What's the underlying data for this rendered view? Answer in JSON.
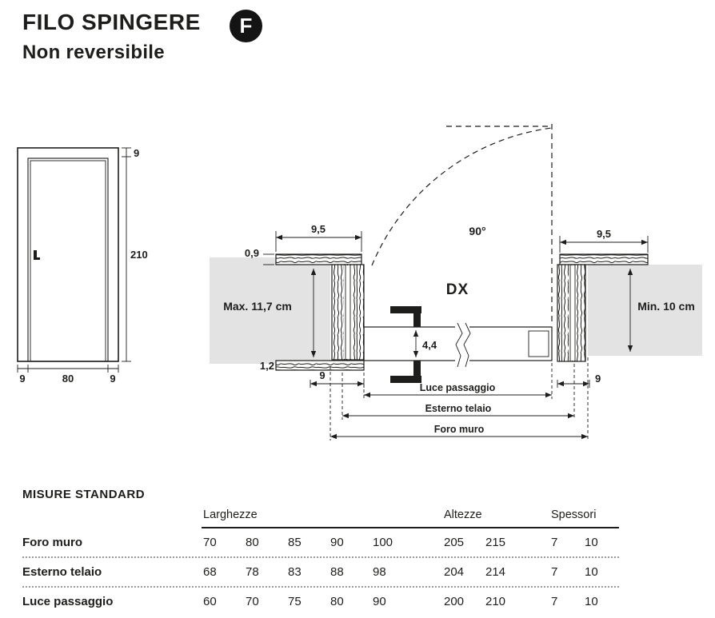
{
  "header": {
    "title": "FILO SPINGERE",
    "badge": "F",
    "subtitle": "Non reversibile"
  },
  "elevation": {
    "dim_top": "9",
    "dim_height": "210",
    "dim_bottom": [
      "9",
      "80",
      "9"
    ]
  },
  "section": {
    "dim_frame_left": "9,5",
    "dim_frame_right": "9,5",
    "dim_flange_thickness": "0,9",
    "dim_wall_left": "Max. 11,7 cm",
    "dim_wall_right": "Min. 10 cm",
    "dim_door_thickness": "4,4",
    "dim_bottom_flange": "1,2",
    "dim_jamb_left": "9",
    "dim_jamb_right": "9",
    "swing_angle": "90°",
    "hand": "DX",
    "dim_luce": "Luce passaggio",
    "dim_esterno": "Esterno telaio",
    "dim_foro": "Foro muro"
  },
  "table": {
    "title": "MISURE STANDARD",
    "col_groups": [
      "Larghezze",
      "Altezze",
      "Spessori"
    ],
    "rows": [
      {
        "label": "Foro muro",
        "larghezze": [
          "70",
          "80",
          "85",
          "90",
          "100"
        ],
        "altezze": [
          "205",
          "215"
        ],
        "spessori": [
          "7",
          "10"
        ]
      },
      {
        "label": "Esterno telaio",
        "larghezze": [
          "68",
          "78",
          "83",
          "88",
          "98"
        ],
        "altezze": [
          "204",
          "214"
        ],
        "spessori": [
          "7",
          "10"
        ]
      },
      {
        "label": "Luce passaggio",
        "larghezze": [
          "60",
          "70",
          "75",
          "80",
          "90"
        ],
        "altezze": [
          "200",
          "210"
        ],
        "spessori": [
          "7",
          "10"
        ]
      }
    ]
  },
  "colors": {
    "wall_gray": "#e3e3e3",
    "door_gray": "#c9c9c9",
    "line": "#1d1d1b"
  }
}
